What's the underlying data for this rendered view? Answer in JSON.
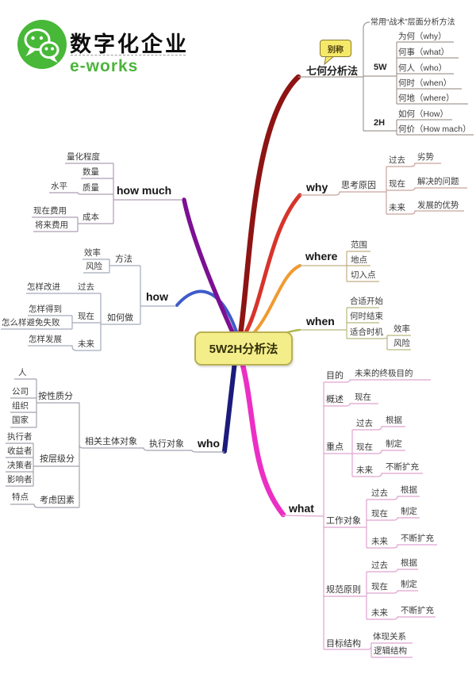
{
  "brand": {
    "wordmark": "数字化企业",
    "subbrand": "e-works"
  },
  "center": {
    "label": "5W2H分析法"
  },
  "alias": {
    "callout": "别称",
    "label": "七何分析法",
    "note": "常用“战术”层面分析方法",
    "group1": "5W",
    "g1i1": "为何（why）",
    "g1i2": "何事（what）",
    "g1i3": "何人（who）",
    "g1i4": "何时（when）",
    "g1i5": "何地（where）",
    "group2": "2H",
    "g2i1": "如何（How）",
    "g2i2": "何价（How mach）"
  },
  "why": {
    "label": "why",
    "mid": "思考原因",
    "t1": "过去",
    "v1": "劣势",
    "t2": "现在",
    "v2": "解决的问题",
    "t3": "未来",
    "v3": "发展的优势"
  },
  "where": {
    "label": "where",
    "i1": "范围",
    "i2": "地点",
    "i3": "切入点"
  },
  "when": {
    "label": "when",
    "i1": "合适开始",
    "i2": "何时结束",
    "i3": "适合时机",
    "s1": "效率",
    "s2": "风险"
  },
  "what": {
    "label": "what",
    "g1": "目的",
    "g1v": "未来的终极目的",
    "g2": "概述",
    "g2v": "现在",
    "g3": "重点",
    "g3t1": "过去",
    "g3v1": "根据",
    "g3t2": "现在",
    "g3v2": "制定",
    "g3t3": "未来",
    "g3v3": "不断扩充",
    "g4": "工作对象",
    "g4t1": "过去",
    "g4v1": "根据",
    "g4t2": "现在",
    "g4v2": "制定",
    "g4t3": "未来",
    "g4v3": "不断扩充",
    "g5": "规范原则",
    "g5t1": "过去",
    "g5v1": "根据",
    "g5t2": "现在",
    "g5v2": "制定",
    "g5t3": "未来",
    "g5v3": "不断扩充",
    "g6": "目标结构",
    "g6i1": "体现关系",
    "g6i2": "逻辑结构"
  },
  "who": {
    "label": "who",
    "mid1": "执行对象",
    "mid2": "相关主体对象",
    "g1": "按性质分",
    "g1i1": "人",
    "g1i2": "公司",
    "g1i3": "组织",
    "g1i4": "国家",
    "g2": "按层级分",
    "g2i1": "执行者",
    "g2i2": "收益者",
    "g2i3": "决策者",
    "g2i4": "影响者",
    "g3": "考虑因素",
    "g3i1": "特点"
  },
  "how": {
    "label": "how",
    "m": "方法",
    "m1": "效率",
    "m2": "风险",
    "d": "如何做",
    "t1": "过去",
    "t1v1": "怎样改进",
    "t2": "现在",
    "t2v1": "怎样得到",
    "t2v2": "怎么样避免失败",
    "t3": "未来",
    "t3v1": "怎样发展"
  },
  "howmuch": {
    "label": "how much",
    "i1": "量化程度",
    "i2": "数量",
    "i3": "质量",
    "i3s": "水平",
    "i4": "成本",
    "i4s1": "现在费用",
    "i4s2": "将来费用"
  },
  "colors": {
    "alias_branch": "#8e1414",
    "why_branch": "#d7342b",
    "where_branch": "#f09a30",
    "when_branch": "#b0b84a",
    "what_branch": "#ec2fc4",
    "who_branch": "#1b1b7e",
    "how_branch": "#3f5bc9",
    "howmuch_branch": "#7c1093",
    "alias_line": "#a39a92",
    "why_line": "#c9a39e",
    "where_line": "#c2ae85",
    "when_line": "#b7b77e",
    "what_line": "#dfa3cf",
    "who_line": "#a2a2b0",
    "how_line": "#a3aaba",
    "howmuch_line": "#ad9db3",
    "center_fill": "#f3ee8a",
    "center_border": "#b9b052",
    "callout_fill": "#f6e96a",
    "callout_border": "#8a7a35",
    "brand_green": "#47b838",
    "eworks_green": "#4cb43c"
  }
}
